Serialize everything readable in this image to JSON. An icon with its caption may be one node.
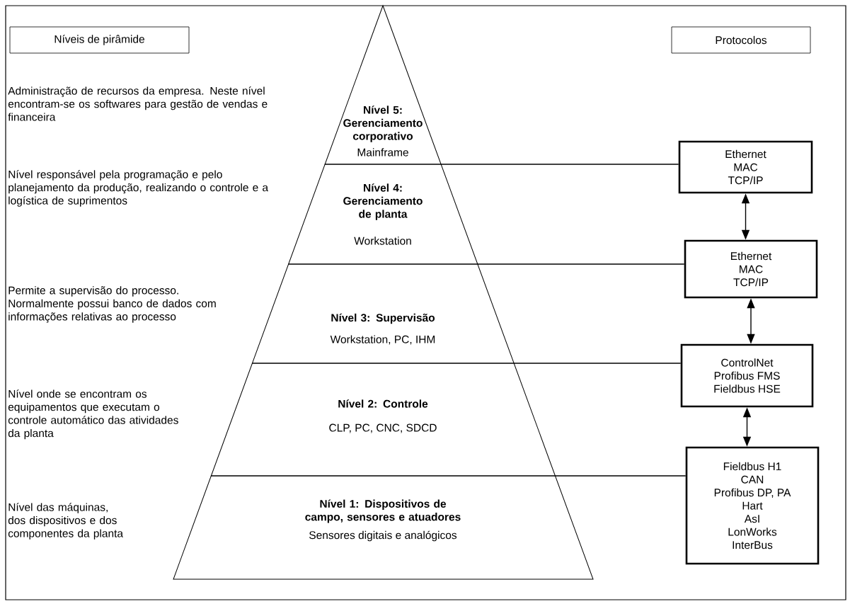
{
  "diagram": {
    "nodes": [
      {
        "text": [
          "Níveis de pirâmide"
        ]
      },
      {
        "text": [
          "Protocolos"
        ]
      },
      {
        "text": [
          "Nível 5: Gerenciamento corporativo",
          "Mainframe"
        ]
      },
      {
        "text": [
          "Nível 4: Gerenciamento de planta",
          "Workstation"
        ]
      },
      {
        "text": [
          "Nível 3: Supervisão",
          "Workstation, PC, IHM"
        ]
      },
      {
        "text": [
          "Nível 2: Controle",
          "CLP, PC, CNC, SDCD"
        ]
      },
      {
        "text": [
          "Nível 1: Dispositivos de campo, sensores e atuadores",
          "Sensores digitais e analógicos"
        ]
      },
      {
        "text": [
          "Ethernet",
          "MAC",
          "TCP/IP"
        ]
      },
      {
        "text": [
          "Ethernet",
          "MAC",
          "TCP/IP"
        ]
      },
      {
        "text": [
          "ControlNet",
          "Profibus FMS",
          "Fieldbus HSE"
        ]
      },
      {
        "text": [
          "Fieldbus H1",
          "CAN",
          "Profibus DP, PA",
          "Hart",
          "AsI",
          "LonWorks",
          "InterBus"
        ]
      }
    ],
    "edges": [
      {
        "from": 2,
        "to": 7,
        "arrow": "none"
      },
      {
        "from": 3,
        "to": 8,
        "arrow": "none"
      },
      {
        "from": 4,
        "to": 9,
        "arrow": "none"
      },
      {
        "from": 5,
        "to": 10,
        "arrow": "none"
      },
      {
        "from": 7,
        "to": 8,
        "arrow": "both"
      },
      {
        "from": 8,
        "to": 9,
        "arrow": "both"
      },
      {
        "from": 9,
        "to": 10,
        "arrow": "both"
      }
    ],
    "labels": [
      "Administração de recursos da empresa. Neste nível encontram-se os softwares para gestão de vendas e financeira",
      "Nível responsável pela programação e pelo planejamento da produção, realizando o controle e a logística de suprimentos",
      "Permite a supervisão do processo. Normalmente possui banco de dados com informações relativas ao processo",
      "Nível onde se encontram os equipamentos que executam o controle automático das atividades da planta",
      "Nível das máquinas, dos dispositivos e dos componentes da planta"
    ]
  }
}
